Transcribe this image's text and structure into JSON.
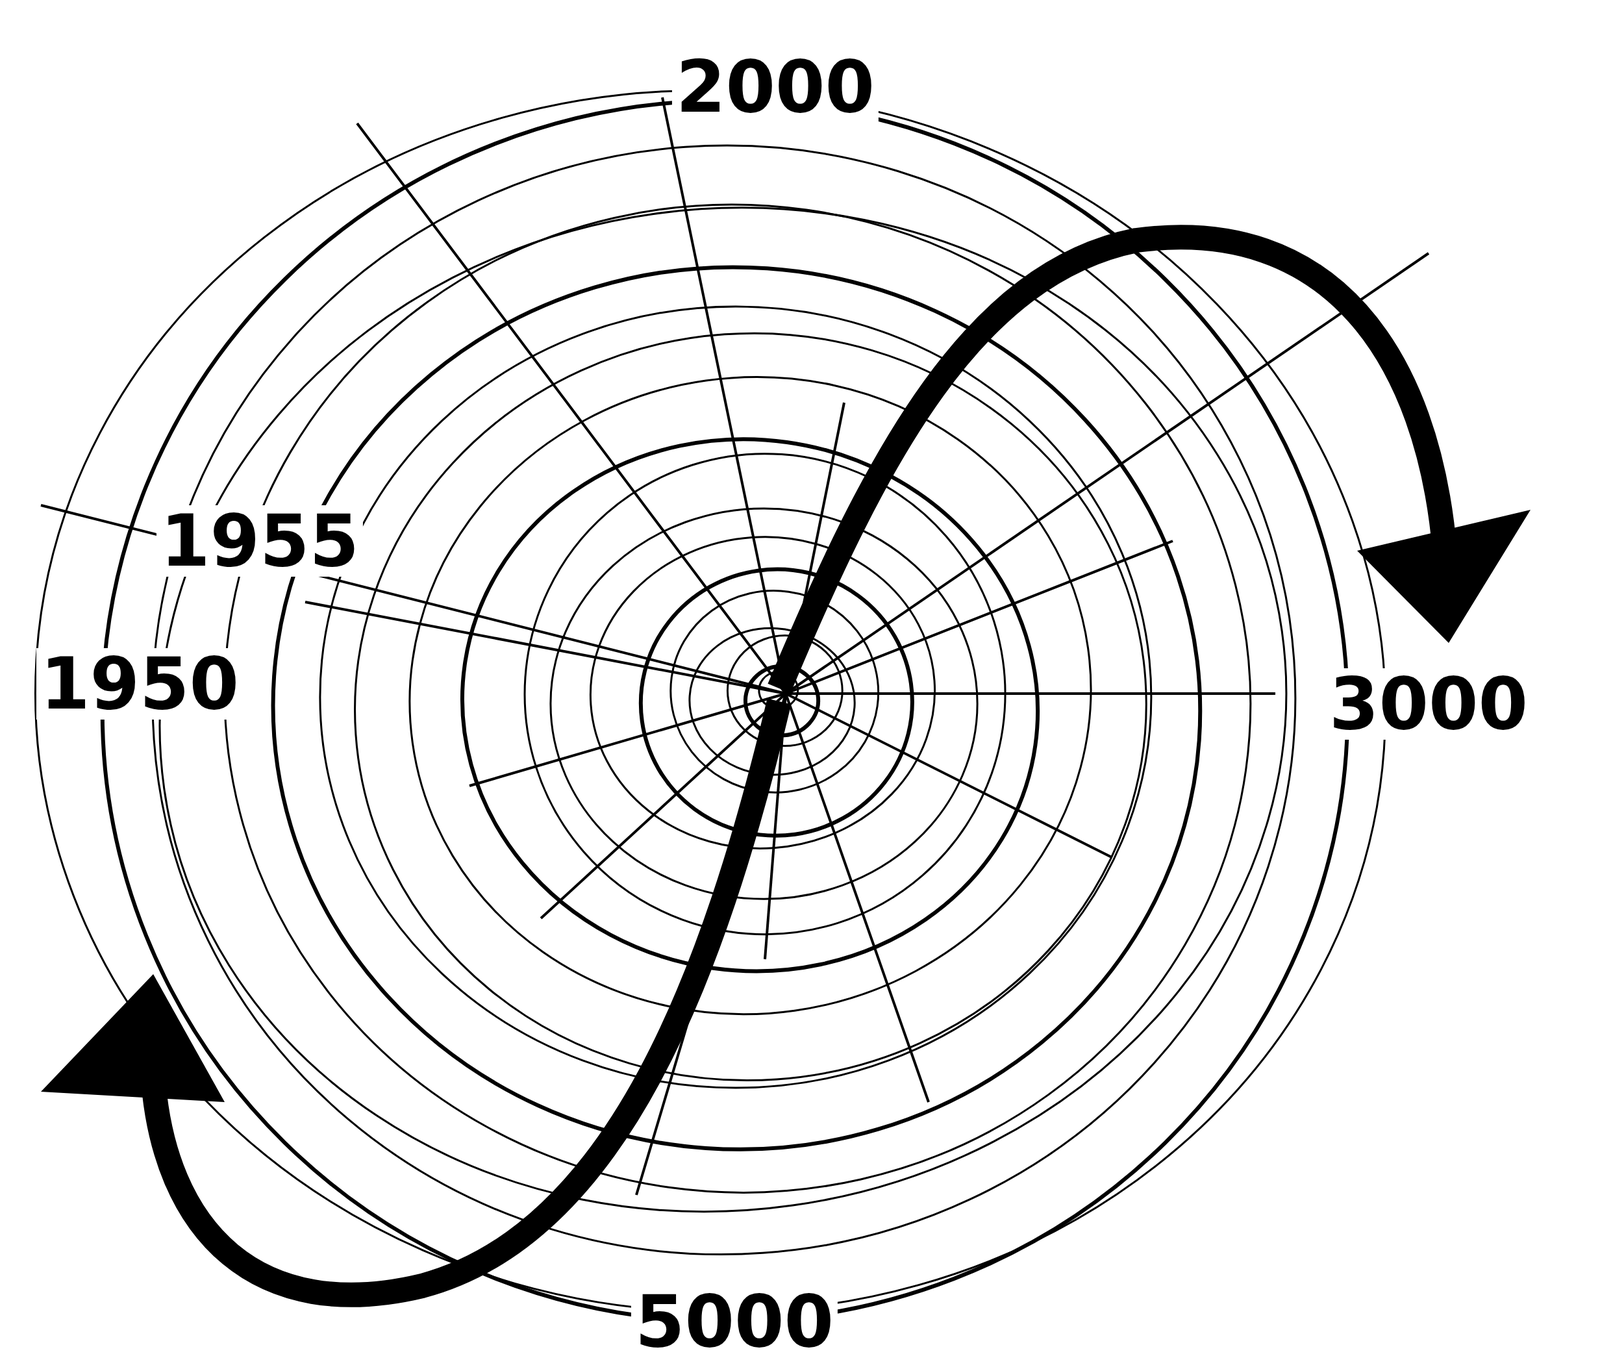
{
  "diagram": {
    "labels": [
      "2000",
      "1955",
      "1950",
      "3000",
      "5000"
    ]
  }
}
